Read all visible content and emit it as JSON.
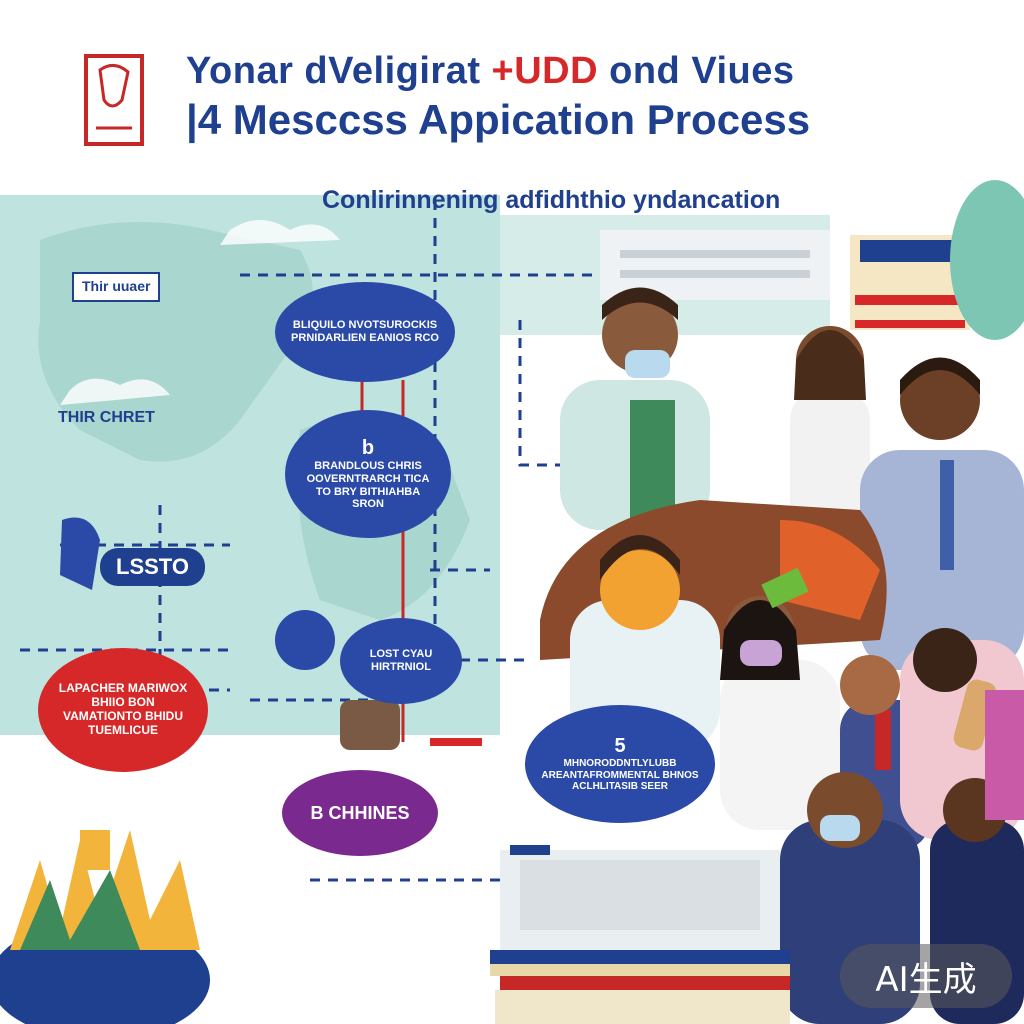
{
  "header": {
    "title_part1": "Yonar dVeligirat ",
    "title_accent": "+UDD",
    "title_part2": " ond Viues",
    "title_line2": "|4 Mesccss Appication Process",
    "subtitle": "Conlirinnening adfidhthio yndancation"
  },
  "map_labels": {
    "label_a": "Thir uuaer",
    "label_b": "THIR CHRET",
    "label_c": "LSSTO"
  },
  "bubbles": {
    "b1": "BLIQUILO NVOTSUROCKIS PRNIDARLIEN EANIOS RCO",
    "b2_number": "b",
    "b2": "BRANDLOUS CHRIS OOVERNTRARCH TICA TO BRY BITHIAHBA SRON",
    "b3": "LOST CYAU HIRTRNIOL",
    "red": "LAPACHER MARIWOX BHIIO BON VAMATIONTO BHIDU TUEMLICUE",
    "purple": "B CHHINES",
    "b5_number": "5",
    "b5": "MHNORODDNTLYLUBB AREANTAFROMMENTAL BHNOS ACLHLITASIB SEER"
  },
  "watermark": "AI生成",
  "colors": {
    "navy": "#1f3f8f",
    "red": "#d62828",
    "mint": "#bfe3df",
    "purple": "#7a2a8f"
  }
}
